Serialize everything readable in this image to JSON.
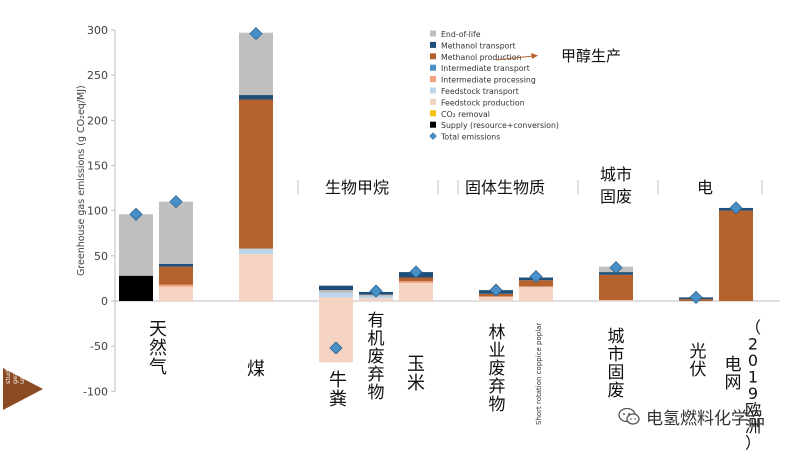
{
  "chart_data": {
    "type": "bar",
    "stacked": true,
    "ylabel": "Greenhouse gas emissions (g CO₂eq/MJ)",
    "ylim": [
      -100,
      300
    ],
    "yticks": [
      -100,
      -50,
      0,
      50,
      100,
      150,
      200,
      250,
      300
    ],
    "grid": false,
    "legend_position": "top-right",
    "legend": [
      {
        "name": "End-of-life",
        "color": "#bfbfbf",
        "marker": "square"
      },
      {
        "name": "Methanol transport",
        "color": "#1f4e79",
        "marker": "square"
      },
      {
        "name": "Methanol production",
        "color": "#b5622e",
        "marker": "square"
      },
      {
        "name": "Intermediate transport",
        "color": "#4a90c8",
        "marker": "square"
      },
      {
        "name": "Intermediate processing",
        "color": "#f1a07a",
        "marker": "square"
      },
      {
        "name": "Feedstock transport",
        "color": "#bcd7ec",
        "marker": "square"
      },
      {
        "name": "Feedstock production",
        "color": "#f4d3c2",
        "marker": "square"
      },
      {
        "name": "CO₂ removal",
        "color": "#f4c20d",
        "marker": "square"
      },
      {
        "name": "Supply (resource+conversion)",
        "color": "#000000",
        "marker": "square"
      },
      {
        "name": "Total emissions",
        "color": "#4a90c8",
        "marker": "diamond"
      }
    ],
    "callout": "甲醇生产",
    "groups": [
      {
        "label": "生物甲烷"
      },
      {
        "label": "固体生物质"
      },
      {
        "label": "城市\n固废"
      },
      {
        "label": "电"
      }
    ],
    "categories": [
      {
        "label": "天然气",
        "total": 96,
        "segments": [
          {
            "series": "Supply (resource+conversion)",
            "value": 28
          },
          {
            "series": "End-of-life",
            "value": 68
          }
        ]
      },
      {
        "label": "",
        "total": 110,
        "segments": [
          {
            "series": "Feedstock production",
            "value": 16
          },
          {
            "series": "Intermediate processing",
            "value": 2
          },
          {
            "series": "Methanol production",
            "value": 20
          },
          {
            "series": "Methanol transport",
            "value": 3
          },
          {
            "series": "End-of-life",
            "value": 69
          }
        ]
      },
      {
        "label": "煤",
        "total": 296,
        "segments": [
          {
            "series": "Feedstock production",
            "value": 52
          },
          {
            "series": "Feedstock transport",
            "value": 6
          },
          {
            "series": "Methanol production",
            "value": 165
          },
          {
            "series": "Methanol transport",
            "value": 5
          },
          {
            "series": "End-of-life",
            "value": 69
          }
        ]
      },
      {
        "label": "牛粪",
        "total": -52,
        "segments": [
          {
            "series": "Feedstock production",
            "value": -68
          },
          {
            "series": "Feedstock production",
            "value": 4
          },
          {
            "series": "Feedstock transport",
            "value": 5
          },
          {
            "series": "End-of-life",
            "value": 3
          },
          {
            "series": "Methanol transport",
            "value": 5
          }
        ]
      },
      {
        "label": "有机废弃物",
        "total": 11,
        "segments": [
          {
            "series": "Feedstock production",
            "value": 3
          },
          {
            "series": "Feedstock transport",
            "value": 2
          },
          {
            "series": "End-of-life",
            "value": 2
          },
          {
            "series": "Methanol transport",
            "value": 3
          }
        ]
      },
      {
        "label": "玉米",
        "total": 32,
        "segments": [
          {
            "series": "Feedstock production",
            "value": 20
          },
          {
            "series": "Intermediate processing",
            "value": 2
          },
          {
            "series": "Methanol production",
            "value": 4
          },
          {
            "series": "Methanol transport",
            "value": 6
          }
        ]
      },
      {
        "label": "林业废弃物",
        "total": 12,
        "segments": [
          {
            "series": "Feedstock production",
            "value": 5
          },
          {
            "series": "Methanol production",
            "value": 3
          },
          {
            "series": "Methanol transport",
            "value": 4
          }
        ]
      },
      {
        "label": "Short rotation coppice poplar",
        "total": 27,
        "segments": [
          {
            "series": "Feedstock production",
            "value": 16
          },
          {
            "series": "Methanol production",
            "value": 7
          },
          {
            "series": "Methanol transport",
            "value": 3
          }
        ]
      },
      {
        "label": "城市固废",
        "total": 37,
        "segments": [
          {
            "series": "Feedstock production",
            "value": 1
          },
          {
            "series": "Methanol production",
            "value": 28
          },
          {
            "series": "Methanol transport",
            "value": 3
          },
          {
            "series": "End-of-life",
            "value": 6
          }
        ]
      },
      {
        "label": "光伏",
        "total": 4,
        "segments": [
          {
            "series": "Methanol production",
            "value": 2
          },
          {
            "series": "Methanol transport",
            "value": 2
          }
        ]
      },
      {
        "label": "电网\n（2019欧洲）",
        "total": 103,
        "segments": [
          {
            "series": "Methanol production",
            "value": 100
          },
          {
            "series": "Methanol transport",
            "value": 3
          }
        ]
      }
    ]
  },
  "logo_text": "studio gear up",
  "watermark": {
    "text": "电氢燃料化学品"
  }
}
